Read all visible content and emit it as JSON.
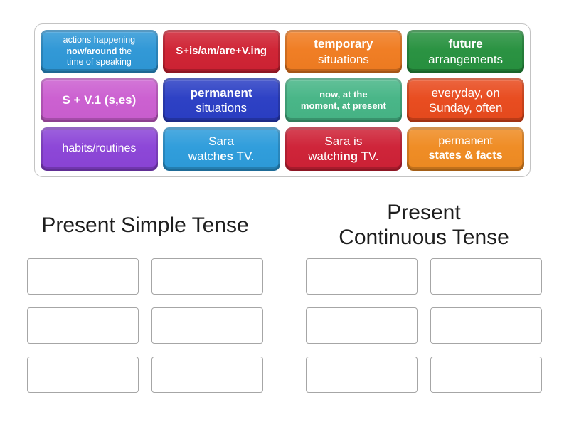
{
  "activity": {
    "type": "group-sort",
    "background": "#ffffff",
    "tray_border_color": "#c3c3c3",
    "slot_border_color": "#a6a6a6"
  },
  "cards": [
    {
      "label": "actions happening now/around the time of speaking",
      "color": "#2e97d6",
      "runs": [
        "actions happening",
        "now/around",
        " the",
        "time of speaking"
      ]
    },
    {
      "label": "S+is/am/are+V.ing",
      "color": "#cf2233",
      "runs": [
        "S+is/am/are+V.ing"
      ]
    },
    {
      "label": "temporary situations",
      "color": "#f07c21",
      "runs": [
        "temporary",
        "situations"
      ]
    },
    {
      "label": "future arrangements",
      "color": "#27913f",
      "runs": [
        "future",
        "arrangements"
      ]
    },
    {
      "label": "S + V.1 (s,es)",
      "color": "#cb5ed0",
      "runs": [
        "S + V.1 (s,es)"
      ]
    },
    {
      "label": "permanent situations",
      "color": "#2a3ec4",
      "runs": [
        "permanent",
        "situations"
      ]
    },
    {
      "label": "now, at the moment, at present",
      "color": "#46b586",
      "runs": [
        "now, at the",
        "moment, at present"
      ]
    },
    {
      "label": "everyday, on Sunday, often",
      "color": "#e84a1d",
      "runs": [
        "everyday, on",
        "Sunday, often"
      ]
    },
    {
      "label": "habits/routines",
      "color": "#8b44d7",
      "runs": [
        "habits/routines"
      ]
    },
    {
      "label": "Sara watches TV.",
      "color": "#2d9cdb",
      "runs": [
        "Sara",
        "watch",
        "es",
        " TV."
      ]
    },
    {
      "label": "Sara is watching TV.",
      "color": "#ce2136",
      "runs": [
        "Sara is",
        "watch",
        "ing",
        " TV."
      ]
    },
    {
      "label": "permanent states & facts",
      "color": "#ef8b22",
      "runs": [
        "permanent",
        "states & facts"
      ]
    }
  ],
  "groups": [
    {
      "id": "present-simple",
      "title": "Present Simple Tense",
      "title_lines": [
        "Present Simple Tense"
      ],
      "slot_count": 6
    },
    {
      "id": "present-continuous",
      "title": "Present Continuous Tense",
      "title_lines": [
        "Present",
        "Continuous Tense"
      ],
      "slot_count": 6
    }
  ]
}
